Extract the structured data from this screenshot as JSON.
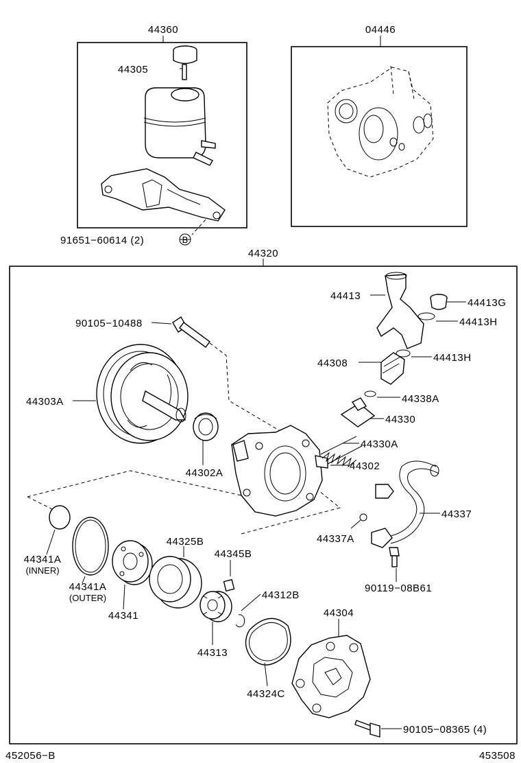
{
  "diagram": {
    "labels": {
      "l44360": "44360",
      "l44305": "44305",
      "l04446": "04446",
      "l91651": "91651−60614 (2)",
      "lB": "B",
      "l44320": "44320",
      "l44413": "44413",
      "l44413G": "44413G",
      "l44413H_1": "44413H",
      "l90105_10488": "90105−10488",
      "l44308": "44308",
      "l44413H_2": "44413H",
      "l44303A": "44303A",
      "l44338A": "44338A",
      "l44330": "44330",
      "l44330A": "44330A",
      "l44302A": "44302A",
      "l44302": "44302",
      "l44337": "44337",
      "l44337A": "44337A",
      "l44341A_1": "44341A",
      "lINNER": "(INNER)",
      "l44325B": "44325B",
      "l44345B": "44345B",
      "l90119": "90119−08B61",
      "l44341A_2": "44341A",
      "lOUTER": "(OUTER)",
      "l44312B": "44312B",
      "l44304": "44304",
      "l44341": "44341",
      "l44313": "44313",
      "l44324C": "44324C",
      "l90105_08365": "90105−08365 (4)",
      "l452056": "452056−B",
      "l453508": "453508"
    }
  }
}
